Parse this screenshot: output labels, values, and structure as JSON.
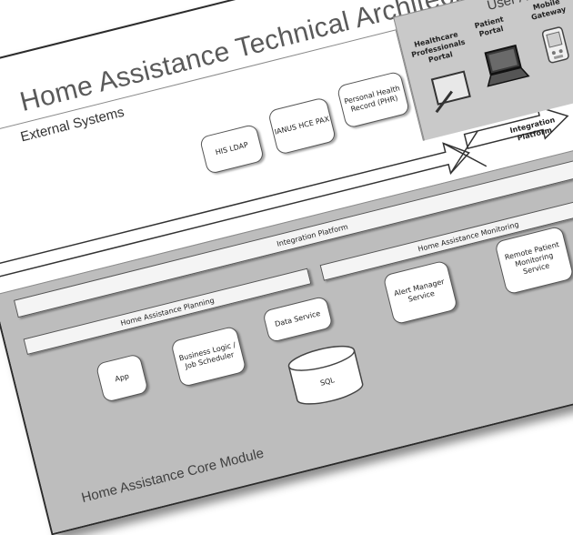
{
  "title": "Home Assistance Technical Architecture",
  "user_access": {
    "title": "User Access",
    "healthcare_portal": "Healthcare Professionals Portal",
    "patient_portal": "Patient Portal",
    "mobile_gateway": "Mobile Gateway"
  },
  "external_systems": {
    "title": "External Systems",
    "boxes": [
      {
        "label": "HIS LDAP"
      },
      {
        "label": "IANUS HCE PAX"
      },
      {
        "label": "Personal Health Record (PHR)"
      }
    ]
  },
  "integration": {
    "arrow_label": "Integration Platform",
    "bar_label": "Integration Platform"
  },
  "core": {
    "title": "Home Assistance Core Module",
    "planning_bar": "Home Assistance Planning",
    "monitoring_bar": "Home Assistance Monitoring",
    "boxes": {
      "app": "App",
      "business_logic": "Business Logic / Job Scheduler",
      "data_service": "Data Service",
      "sql": "SQL",
      "alert_manager": "Alert Manager Service",
      "remote_monitoring": "Remote Patient Monitoring Service"
    }
  },
  "colors": {
    "panel_gray": "#c9c9c9",
    "core_gray": "#bdbdbd",
    "border": "#555555"
  }
}
